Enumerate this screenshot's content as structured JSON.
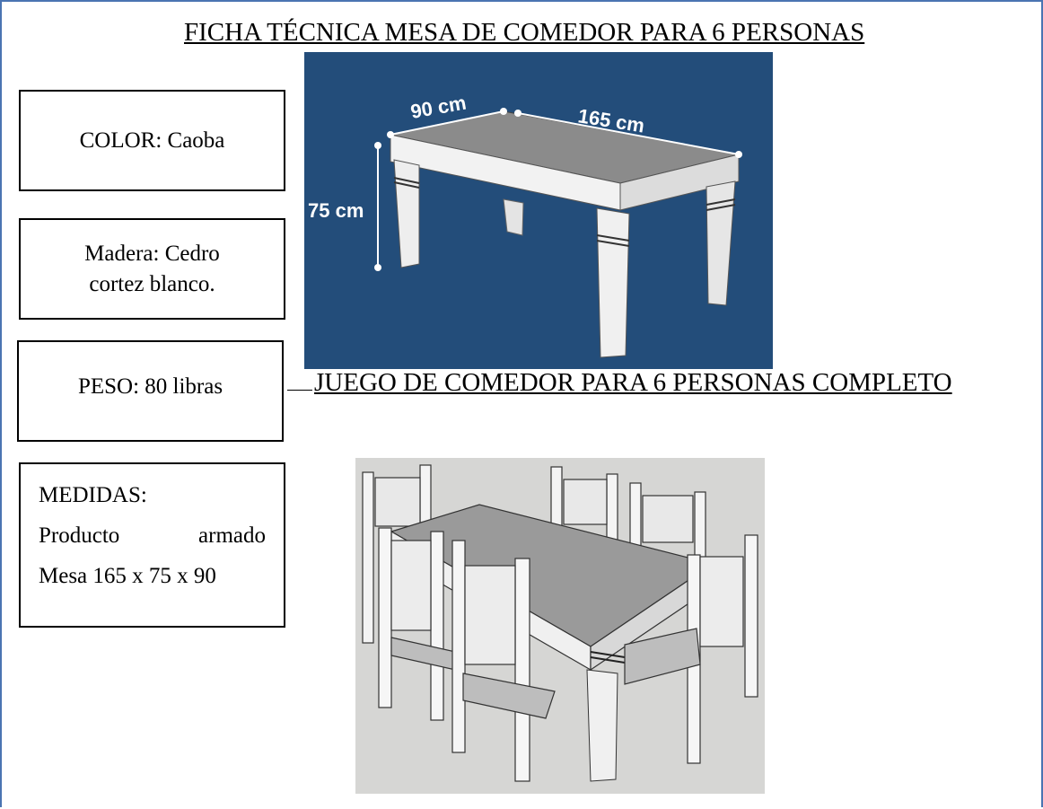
{
  "title": "FICHA TÉCNICA MESA DE COMEDOR PARA 6 PERSONAS",
  "subtitle": "JUEGO DE COMEDOR PARA 6 PERSONAS COMPLETO",
  "specs": {
    "color": "COLOR: Caoba",
    "wood_line1": "Madera: Cedro",
    "wood_line2": "cortez blanco.",
    "weight": "PESO: 80 libras",
    "measures_heading": "MEDIDAS:",
    "measures_word1": "Producto",
    "measures_word2": "armado",
    "measures_table": "Mesa 165 x 75 x 90"
  },
  "dimensions": {
    "width": "90 cm",
    "length": "165 cm",
    "height": "75 cm"
  },
  "colors": {
    "border": "#4a74b2",
    "photo_background": "#234d7a",
    "render_background": "#d6d6d4"
  }
}
